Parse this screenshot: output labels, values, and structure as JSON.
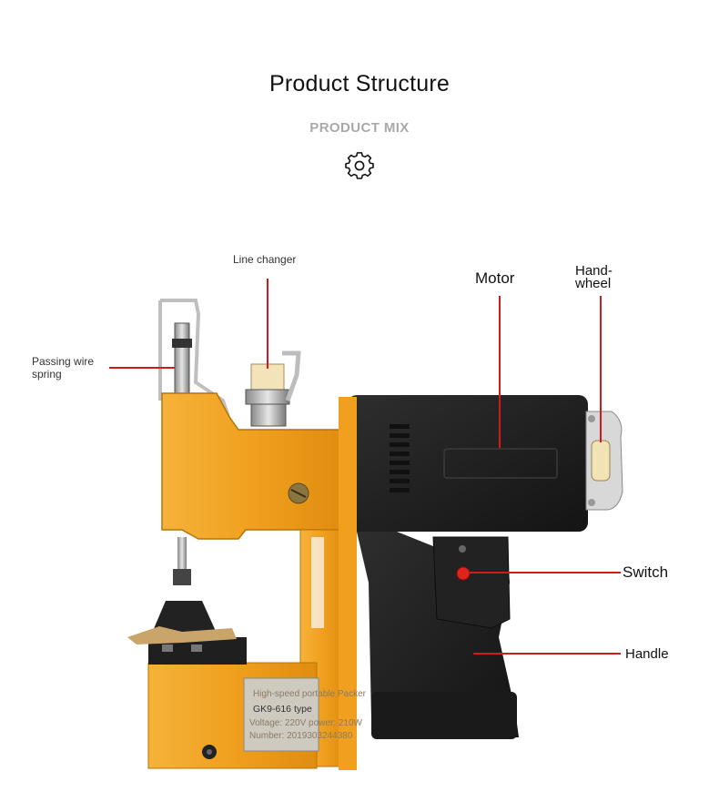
{
  "header": {
    "title": "Product Structure",
    "subtitle": "PRODUCT MIX",
    "icon": "gear-icon"
  },
  "labels": {
    "line_changer": "Line changer",
    "passing_wire_line1": "Passing wire",
    "passing_wire_line2": "spring",
    "motor": "Motor",
    "handwheel_line1": "Hand-",
    "handwheel_line2": "wheel",
    "switch": "Switch",
    "handle": "Handle"
  },
  "nameplate": {
    "line1": "High-speed portable Packer",
    "line2": "GK9-616 type",
    "line3": "Voltage: 220V power: 210W",
    "line4": "Number: 2019303244380"
  },
  "colors": {
    "body_yellow": "#f2a21c",
    "motor_black": "#1e1e1e",
    "leader_red": "#d11a1a",
    "switch_red": "#e0241b"
  }
}
